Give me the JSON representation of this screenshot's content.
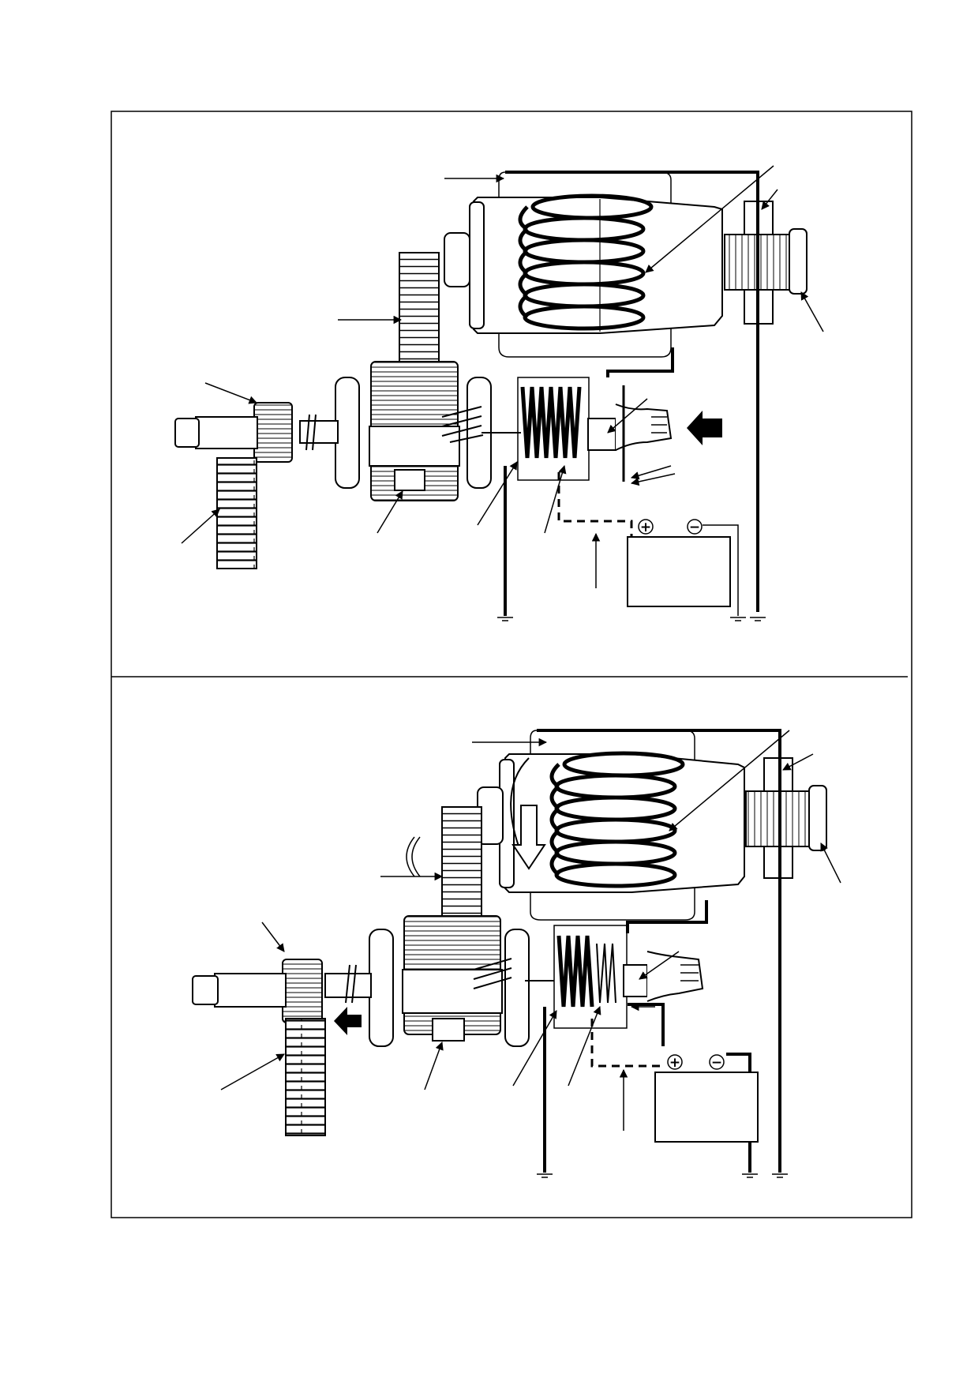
{
  "battery": {
    "positive_symbol": "+",
    "negative_symbol": "−"
  },
  "panels": [
    {
      "id": "top-panel",
      "state": "solenoid-pulling-in"
    },
    {
      "id": "bottom-panel",
      "state": "pinion-engaged-cranking"
    }
  ]
}
